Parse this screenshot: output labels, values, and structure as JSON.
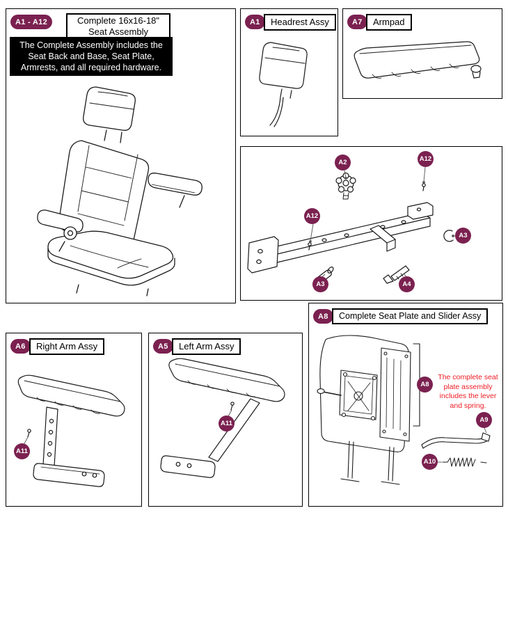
{
  "colors": {
    "badge": "#7b2150",
    "note": "#ee1c25",
    "line": "#1a1a1a"
  },
  "panel_complete": {
    "badge": "A1 - A12",
    "title": "Complete 16x16-18\" Seat Assembly",
    "description": "The Complete Assembly includes the Seat Back and Base, Seat Plate, Armrests, and all required hardware."
  },
  "panel_headrest": {
    "badge": "A1",
    "label": "Headrest Assy"
  },
  "panel_armpad": {
    "badge": "A7",
    "label": "Armpad"
  },
  "panel_frame": {
    "callouts": {
      "a2": "A2",
      "a12_top": "A12",
      "a12_left": "A12",
      "a3_right": "A3",
      "a3_bottom": "A3",
      "a4": "A4"
    }
  },
  "panel_right_arm": {
    "badge": "A6",
    "label": "Right Arm Assy",
    "callout_a11": "A11"
  },
  "panel_left_arm": {
    "badge": "A5",
    "label": "Left Arm Assy",
    "callout_a11": "A11"
  },
  "panel_seat_plate": {
    "badge": "A8",
    "label": "Complete Seat Plate and Slider Assy",
    "note": "The complete seat plate assembly includes the lever and spring.",
    "callouts": {
      "a8": "A8",
      "a9": "A9",
      "a10": "A10"
    }
  }
}
